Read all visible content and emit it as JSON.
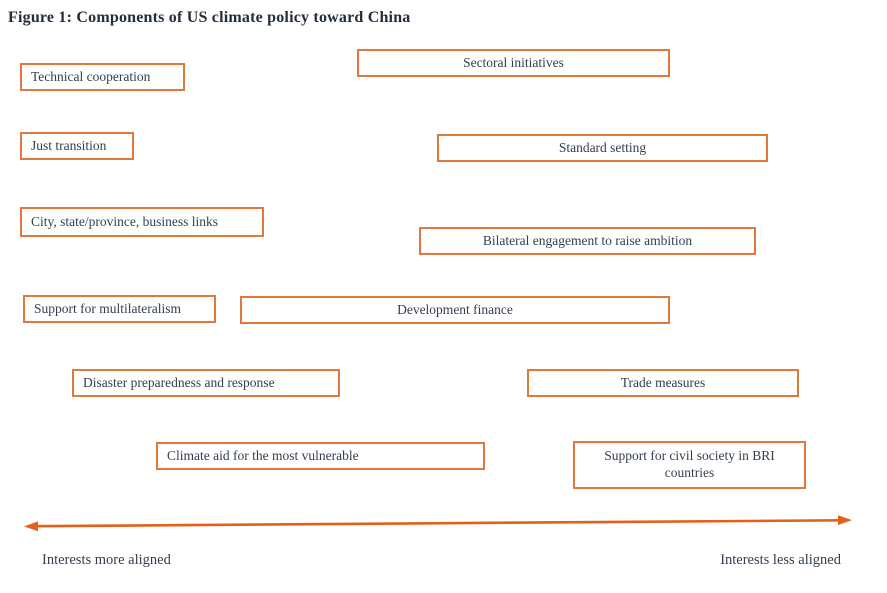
{
  "title": "Figure 1: Components of US climate policy toward China",
  "boxes": [
    {
      "label": "Technical cooperation"
    },
    {
      "label": "Sectoral initiatives"
    },
    {
      "label": "Just transition"
    },
    {
      "label": "Standard setting"
    },
    {
      "label": "City, state/province, business links"
    },
    {
      "label": "Bilateral engagement to raise ambition"
    },
    {
      "label": "Support for multilateralism"
    },
    {
      "label": "Development finance"
    },
    {
      "label": "Disaster preparedness and response"
    },
    {
      "label": "Trade measures"
    },
    {
      "label": "Climate aid for the most vulnerable"
    },
    {
      "label": "Support for civil society in BRI countries"
    }
  ],
  "axis": {
    "left_label": "Interests more aligned",
    "right_label": "Interests less aligned"
  },
  "colors": {
    "box_border": "#e07a3c",
    "arrow": "#e2611b",
    "box_text": "#333f4f",
    "title_text": "#232e3a"
  }
}
